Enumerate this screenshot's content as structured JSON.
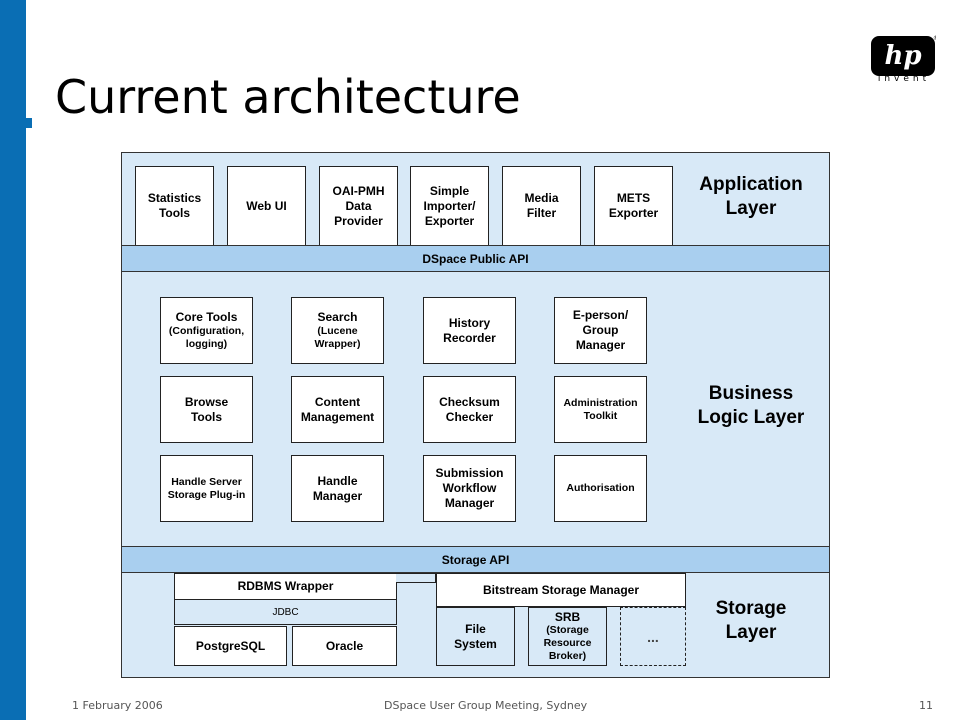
{
  "slide": {
    "title": "Current architecture",
    "logo_text": "invent",
    "footer": {
      "date": "1 February 2006",
      "event": "DSpace User Group Meeting, Sydney",
      "page": "11"
    }
  },
  "diagram": {
    "app_boxes": [
      "Statistics\nTools",
      "Web UI",
      "OAI-PMH\nData\nProvider",
      "Simple\nImporter/\nExporter",
      "Media\nFilter",
      "METS\nExporter"
    ],
    "app_layer": "Application\nLayer",
    "public_api": "DSpace Public API",
    "core_tools": "Core Tools",
    "core_tools_sub": "(Configuration,\nlogging)",
    "search": "Search",
    "search_sub": "(Lucene\nWrapper)",
    "history": "History\nRecorder",
    "eperson": "E-person/\nGroup\nManager",
    "browse": "Browse\nTools",
    "content": "Content\nManagement",
    "checksum": "Checksum\nChecker",
    "admin": "Administration\nToolkit",
    "handle_server": "Handle Server\nStorage Plug-in",
    "handle_mgr": "Handle\nManager",
    "submission": "Submission\nWorkflow\nManager",
    "authorisation": "Authorisation",
    "business_layer": "Business\nLogic Layer",
    "storage_api": "Storage API",
    "rdbms": "RDBMS Wrapper",
    "jdbc": "JDBC",
    "postgres": "PostgreSQL",
    "oracle": "Oracle",
    "bitstream": "Bitstream Storage Manager",
    "filesystem": "File\nSystem",
    "srb": "SRB",
    "srb_sub": "(Storage\nResource\nBroker)",
    "more": "...",
    "storage_layer": "Storage\nLayer"
  }
}
